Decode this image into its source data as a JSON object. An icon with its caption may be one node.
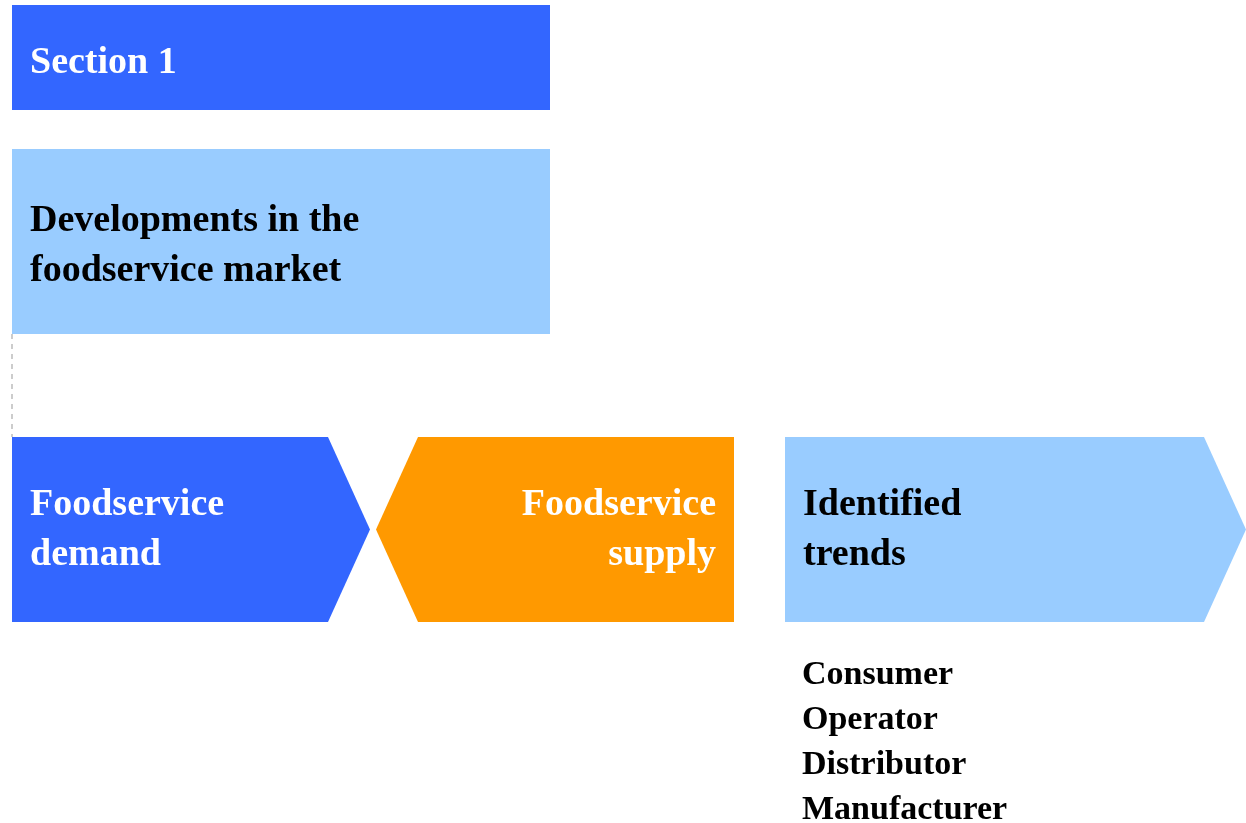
{
  "diagram": {
    "nodes": [
      {
        "text": [
          "Section 1"
        ]
      },
      {
        "text": [
          "Developments in the foodservice market"
        ]
      },
      {
        "text": [
          "Foodservice demand"
        ]
      },
      {
        "text": [
          "Foodservice supply"
        ]
      },
      {
        "text": [
          "Identified trends"
        ]
      }
    ],
    "edges": [
      {
        "from": 1,
        "to": 2,
        "arrow": "none",
        "style": "dashed"
      }
    ],
    "labels": [
      "Consumer",
      "Operator",
      "Distributor",
      "Manufacturer"
    ]
  }
}
